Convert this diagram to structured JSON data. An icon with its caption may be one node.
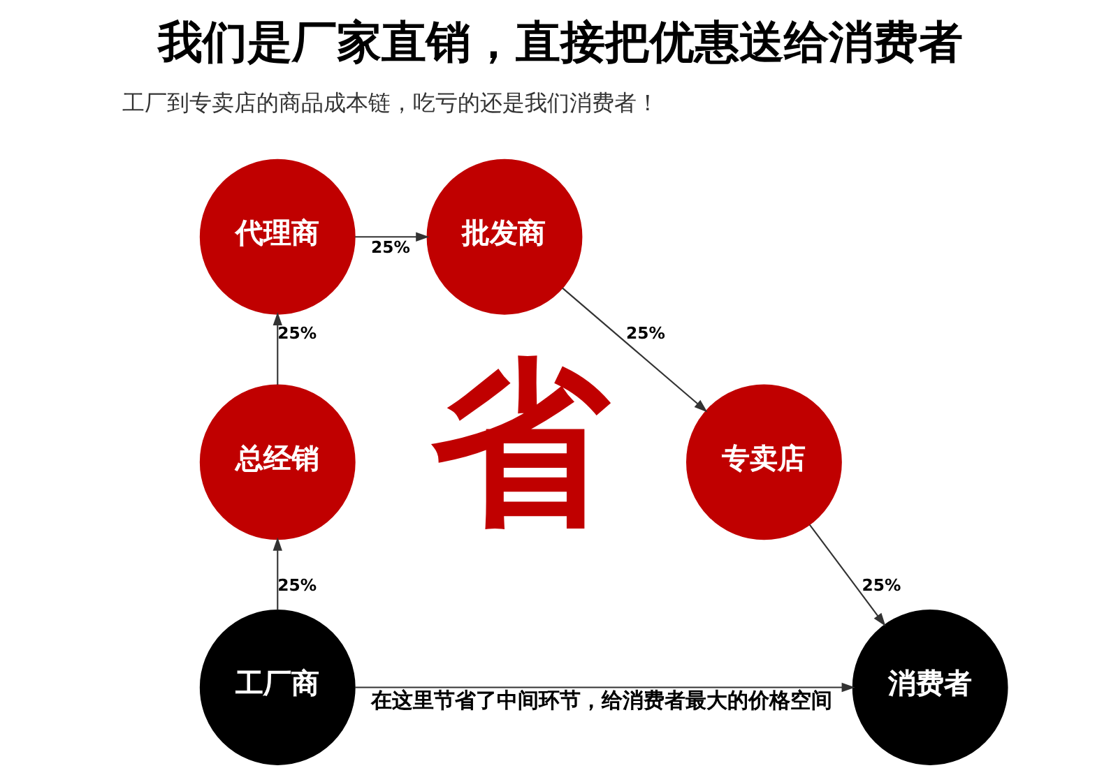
{
  "diagram": {
    "title": "我们是厂家直销，直接把优惠送给消费者",
    "nodes": [
      {
        "text": [
          "工厂商"
        ]
      },
      {
        "text": [
          "总经销"
        ]
      },
      {
        "text": [
          "代理商"
        ]
      },
      {
        "text": [
          "批发商"
        ]
      },
      {
        "text": [
          "专卖店"
        ]
      },
      {
        "text": [
          "消费者"
        ]
      }
    ],
    "edges": [
      {
        "from": 0,
        "to": 1,
        "arrow": "to",
        "label": "25%"
      },
      {
        "from": 1,
        "to": 2,
        "arrow": "to",
        "label": "25%"
      },
      {
        "from": 2,
        "to": 3,
        "arrow": "to",
        "label": "25%"
      },
      {
        "from": 3,
        "to": 4,
        "arrow": "to",
        "label": "25%"
      },
      {
        "from": 4,
        "to": 5,
        "arrow": "to",
        "label": "25%"
      },
      {
        "from": 0,
        "to": 5,
        "arrow": "to",
        "label": "在这里节省了中间环节，给消费者最大的价格空间"
      }
    ],
    "labels": [
      "工厂到专卖店的商品成本链，吃亏的还是我们消费者！",
      "省"
    ]
  }
}
